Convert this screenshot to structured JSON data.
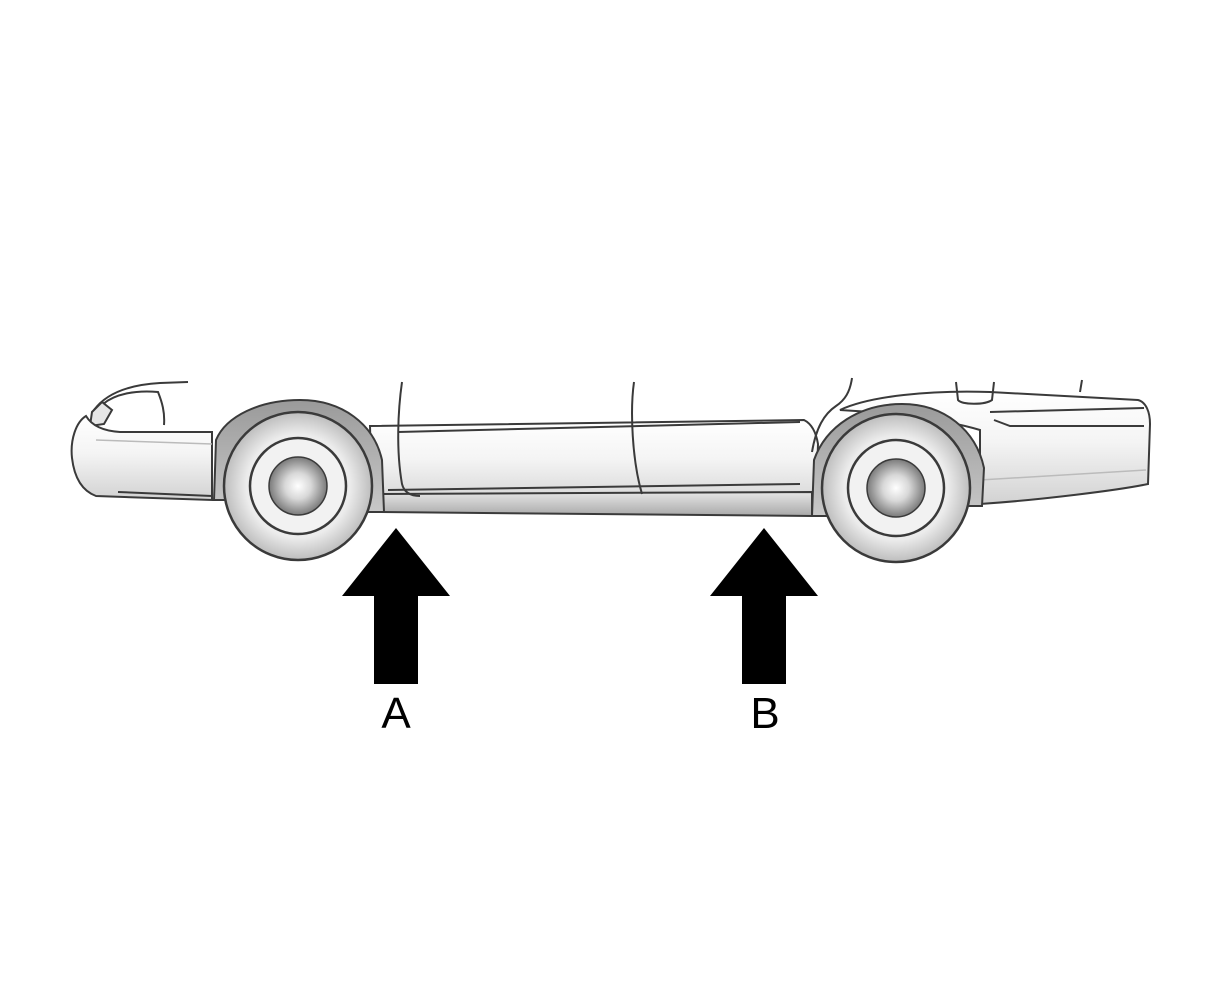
{
  "diagram": {
    "subject": "vehicle-side-view-lift-points",
    "colors": {
      "outline": "#3a3a3a",
      "body_light": "#f6f6f6",
      "body_shade": "#cfcfcf",
      "arrow": "#000000"
    },
    "lift_points": [
      {
        "id": "front",
        "label": "A"
      },
      {
        "id": "rear",
        "label": "B"
      }
    ]
  }
}
